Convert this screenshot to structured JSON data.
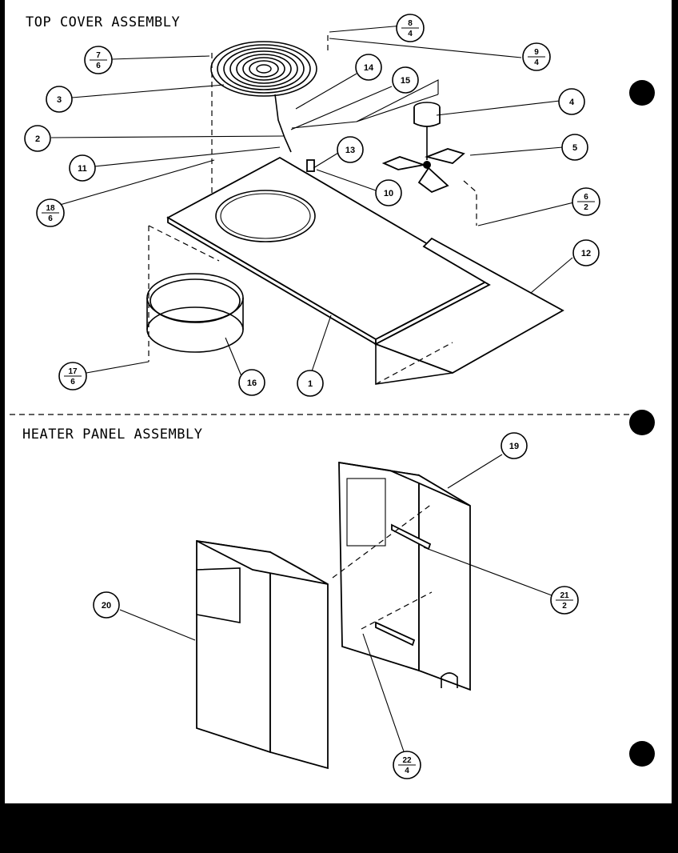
{
  "sections": {
    "top_title": "TOP COVER ASSEMBLY",
    "bottom_title": "HEATER PANEL ASSEMBLY"
  },
  "callouts": {
    "c1": "1",
    "c2": "2",
    "c3": "3",
    "c4": "4",
    "c5": "5",
    "c10": "10",
    "c11": "11",
    "c12": "12",
    "c13": "13",
    "c14": "14",
    "c15": "15",
    "c16": "16",
    "c19": "19",
    "c20": "20",
    "f7": {
      "top": "7",
      "bottom": "6"
    },
    "f8": {
      "top": "8",
      "bottom": "4"
    },
    "f9": {
      "top": "9",
      "bottom": "4"
    },
    "f6": {
      "top": "6",
      "bottom": "2"
    },
    "f18": {
      "top": "18",
      "bottom": "6"
    },
    "f17": {
      "top": "17",
      "bottom": "6"
    },
    "f21": {
      "top": "21",
      "bottom": "2"
    },
    "f22": {
      "top": "22",
      "bottom": "4"
    }
  }
}
